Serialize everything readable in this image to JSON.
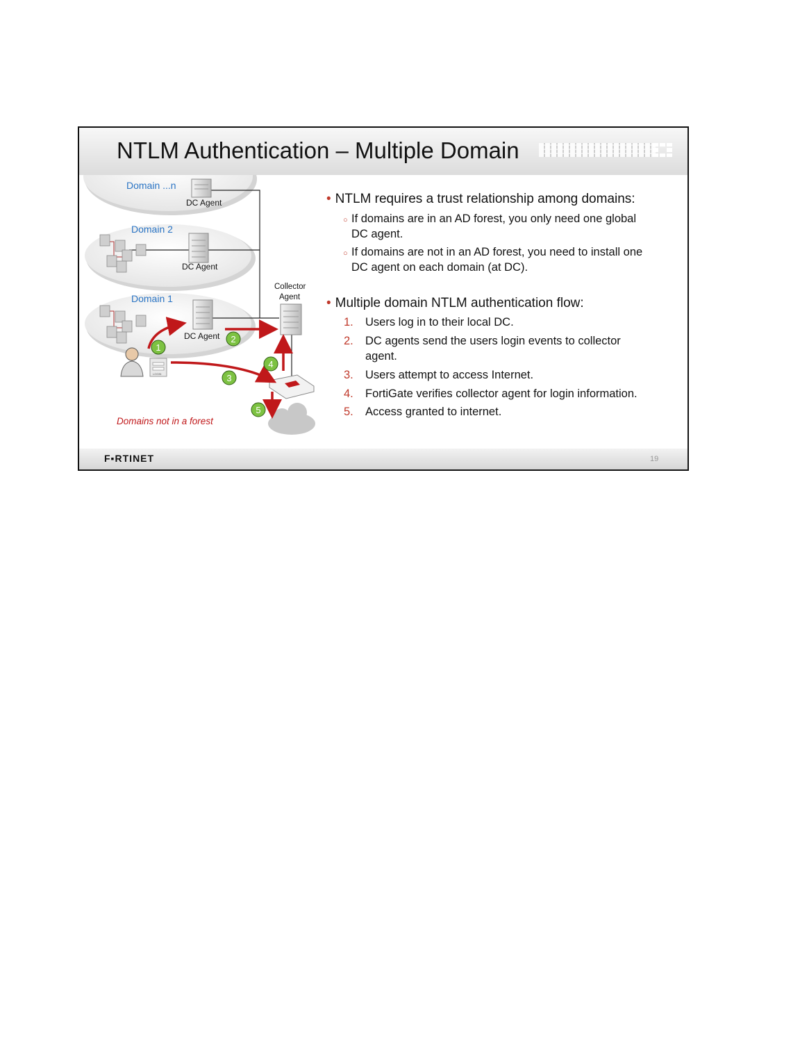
{
  "slide": {
    "title": "NTLM Authentication – Multiple Domain",
    "brand": "F▪RTINET",
    "page_number": "19"
  },
  "diagram": {
    "domains": [
      {
        "name": "Domain ...n",
        "agent": "DC Agent"
      },
      {
        "name": "Domain 2",
        "agent": "DC Agent"
      },
      {
        "name": "Domain 1",
        "agent": "DC Agent"
      }
    ],
    "collector_label_line1": "Collector",
    "collector_label_line2": "Agent",
    "login_label": "LOGIN",
    "steps": [
      "1",
      "2",
      "3",
      "4",
      "5"
    ],
    "note": "Domains not in a forest",
    "colors": {
      "arrow": "#c0181a",
      "step_circle": "#7dc242",
      "domain_label": "#2a74c4"
    }
  },
  "content": {
    "bullet1": "NTLM requires a trust relationship among domains:",
    "sub1_line1": "If domains are in an AD forest, you only need one global",
    "sub1_line2": "DC agent.",
    "sub2_line1": "If domains are not in an AD forest, you need to install one",
    "sub2_line2": "DC agent on each domain (at DC).",
    "bullet2": "Multiple domain NTLM authentication flow:",
    "flow": [
      {
        "num": "1.",
        "text": "Users log in to their local DC."
      },
      {
        "num": "2.",
        "text_line1": "DC agents send the users login events to collector",
        "text_line2": "agent."
      },
      {
        "num": "3.",
        "text": "Users attempt to access Internet."
      },
      {
        "num": "4.",
        "text": "FortiGate verifies collector agent for login information."
      },
      {
        "num": "5.",
        "text": "Access granted to internet."
      }
    ]
  }
}
